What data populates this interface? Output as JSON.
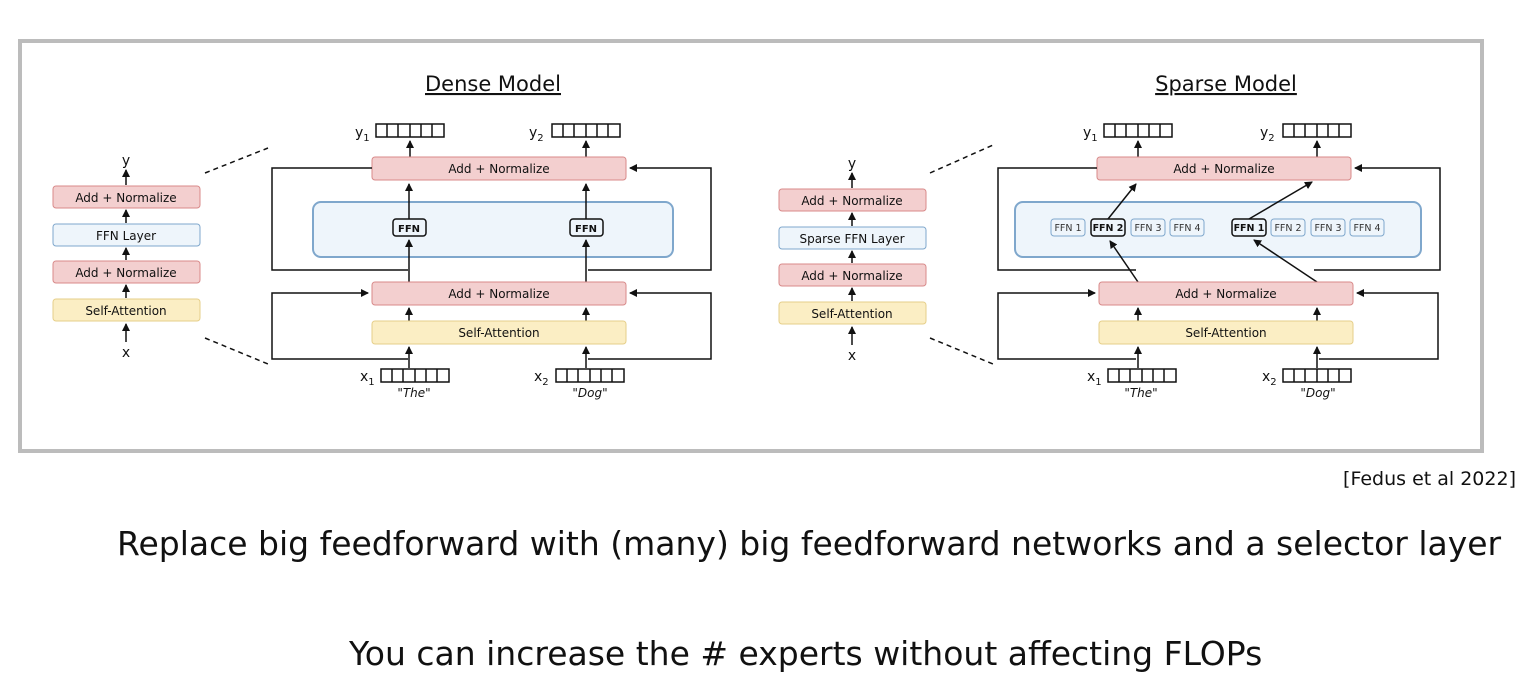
{
  "dense": {
    "title": "Dense Model",
    "stack": [
      "Add + Normalize",
      "FFN Layer",
      "Add + Normalize",
      "Self-Attention"
    ],
    "stack_in": "x",
    "stack_out": "y",
    "top_norm": "Add + Normalize",
    "ffn_label": "FFN",
    "mid_norm": "Add + Normalize",
    "attention": "Self-Attention"
  },
  "sparse": {
    "title": "Sparse Model",
    "stack": [
      "Add + Normalize",
      "Sparse FFN Layer",
      "Add + Normalize",
      "Self-Attention"
    ],
    "stack_in": "x",
    "stack_out": "y",
    "top_norm": "Add + Normalize",
    "experts_left": [
      "FFN 1",
      "FFN 2",
      "FFN 3",
      "FFN 4"
    ],
    "experts_right": [
      "FFN 1",
      "FFN 2",
      "FFN 3",
      "FFN 4"
    ],
    "mid_norm": "Add + Normalize",
    "attention": "Self-Attention"
  },
  "tokens": {
    "x1_base": "x",
    "x1_sub": "1",
    "x1_word": "\"The\"",
    "x2_base": "x",
    "x2_sub": "2",
    "x2_word": "\"Dog\"",
    "y1_base": "y",
    "y1_sub": "1",
    "y2_base": "y",
    "y2_sub": "2"
  },
  "citation": "[Fedus et al 2022]",
  "caption_1": "Replace big feedforward with (many) big feedforward networks and a selector layer",
  "caption_2": "You can increase the # experts without affecting FLOPs",
  "colors": {
    "norm_fill": "#f3cfcf",
    "norm_stroke": "#d88a8a",
    "attn_fill": "#fbeec4",
    "attn_stroke": "#e6cf8a",
    "ffn_fill": "#eef5fb",
    "ffn_stroke": "#7fa7cc",
    "frame": "#bcbcbc"
  }
}
